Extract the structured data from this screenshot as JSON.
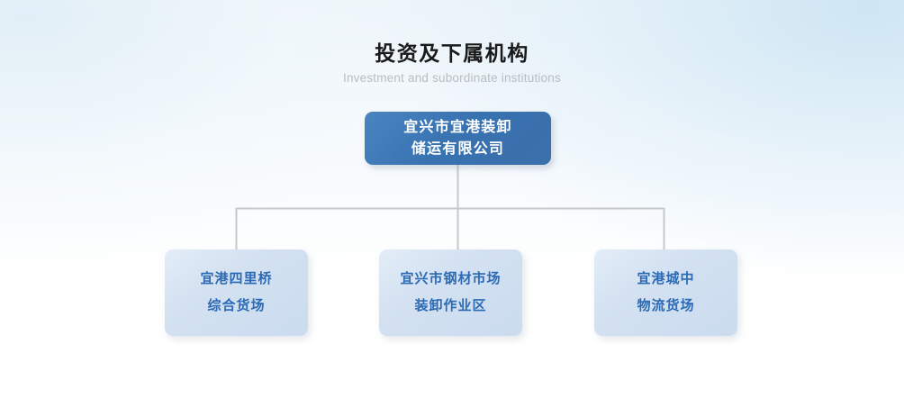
{
  "heading": {
    "title": "投资及下属机构",
    "subtitle": "Investment and subordinate institutions"
  },
  "colors": {
    "root_fill": "#3872b0",
    "root_text": "#ffffff",
    "child_fill": "#cfdff0",
    "child_text": "#2c6ab4",
    "connector_line": "#c6c8ca",
    "title_text": "#1a1a1a",
    "subtitle_text": "#b9bdc2",
    "background_top": "#e8f1f7",
    "background_bottom": "#ffffff"
  },
  "chart_data": {
    "type": "diagram",
    "diagram_type": "organization-chart",
    "title": "投资及下属机构",
    "subtitle": "Investment and subordinate institutions",
    "orientation": "top-down",
    "levels": 2,
    "root": {
      "id": "root",
      "lines": [
        "宜兴市宜港装卸",
        "储运有限公司"
      ],
      "full_name": "宜兴市宜港装卸储运有限公司"
    },
    "children": [
      {
        "id": "child-0",
        "lines": [
          "宜港四里桥",
          "综合货场"
        ],
        "full_name": "宜港四里桥综合货场"
      },
      {
        "id": "child-1",
        "lines": [
          "宜兴市钢材市场",
          "装卸作业区"
        ],
        "full_name": "宜兴市钢材市场装卸作业区"
      },
      {
        "id": "child-2",
        "lines": [
          "宜港城中",
          "物流货场"
        ],
        "full_name": "宜港城中物流货场"
      }
    ],
    "edges": [
      {
        "from": "root",
        "to": "child-0"
      },
      {
        "from": "root",
        "to": "child-1"
      },
      {
        "from": "root",
        "to": "child-2"
      }
    ]
  }
}
